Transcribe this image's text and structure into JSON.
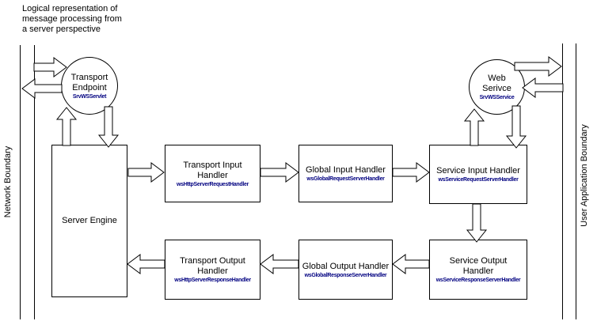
{
  "title": "Logical representation of\nmessage processing from\na server perspective",
  "boundaries": {
    "left": "Network Boundary",
    "right": "User Application Boundary"
  },
  "nodes": {
    "transport_endpoint": {
      "title": "Transport\nEndpoint",
      "class_name": "SrvWSServlet"
    },
    "web_service": {
      "title": "Web\nSerivce",
      "class_name": "SrvWSService"
    },
    "server_engine": {
      "title": "Server Engine"
    },
    "transport_input": {
      "title": "Transport Input\nHandler",
      "class_name": "wsHttpServerRequestHandler"
    },
    "global_input": {
      "title": "Global Input Handler",
      "class_name": "wsGlobalRequestServerHandler"
    },
    "service_input": {
      "title": "Service Input Handler",
      "class_name": "wsServiceRequestServerHandler"
    },
    "transport_output": {
      "title": "Transport Output\nHandler",
      "class_name": "wsHttpServerResponseHandler"
    },
    "global_output": {
      "title": "Global Output Handler",
      "class_name": "wsGlobalResponseServerHandler"
    },
    "service_output": {
      "title": "Service Output\nHandler",
      "class_name": "wsServiceResponseServerHandler"
    }
  },
  "colors": {
    "line": "#000000",
    "class_name_text": "#000080",
    "background": "#ffffff"
  }
}
